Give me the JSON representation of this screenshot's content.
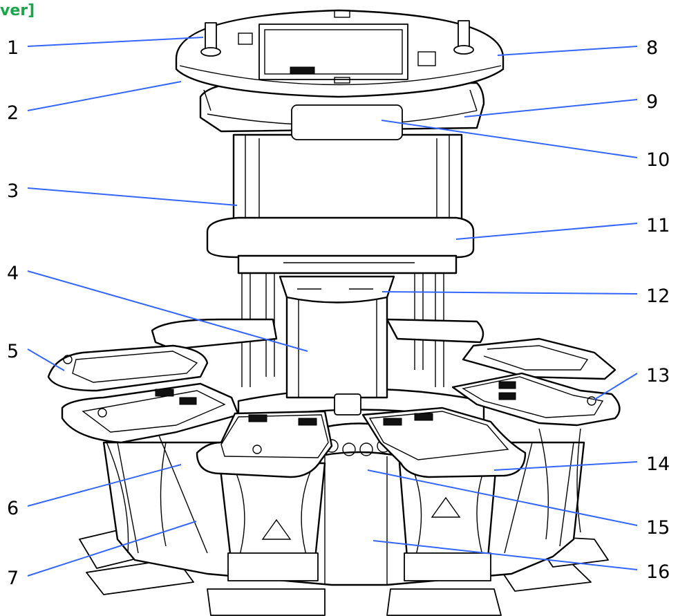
{
  "header": {
    "text": "ver]",
    "color": "#1aa64a"
  },
  "leader_color": "#3366ff",
  "callouts": [
    "1",
    "2",
    "3",
    "4",
    "5",
    "6",
    "7",
    "8",
    "9",
    "10",
    "11",
    "12",
    "13",
    "14",
    "15",
    "16"
  ]
}
